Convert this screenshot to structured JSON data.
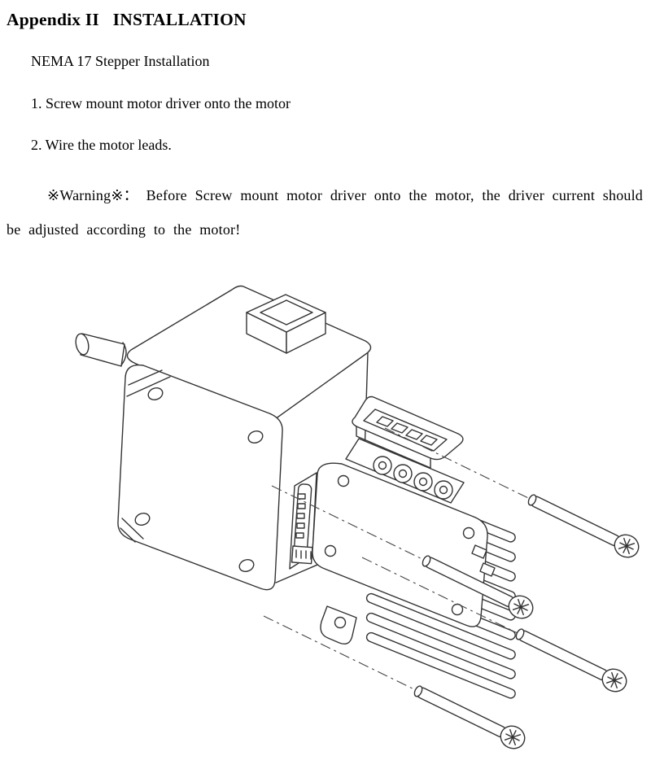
{
  "document": {
    "title": "Appendix II   INSTALLATION",
    "paragraphs": [
      "NEMA 17 Stepper Installation",
      "1. Screw mount motor driver onto the motor",
      "2. Wire the motor leads.",
      "※Warning※： Before Screw mount motor driver onto the motor, the driver current should be adjusted according to the motor!"
    ]
  },
  "figure": {
    "ink_color": "#333333",
    "screw_count": 4
  }
}
